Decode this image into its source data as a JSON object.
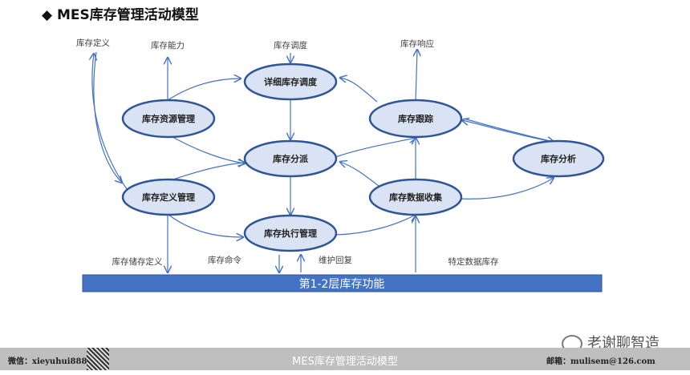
{
  "title": "◆ MES库存管理活动模型",
  "nodes": {
    "detail_schedule": "详细库存调度",
    "resource_mgmt": "库存资源管理",
    "tracking": "库存跟踪",
    "dispatch": "库存分派",
    "analysis": "库存分析",
    "definition_mgmt": "库存定义管理",
    "data_collection": "库存数据收集",
    "execution_mgmt": "库存执行管理"
  },
  "labels": {
    "definition": "库存定义",
    "capability": "库存能力",
    "schedule": "库存调度",
    "response": "库存响应",
    "storage_definition": "库存储存定义",
    "command": "库存命令",
    "maintenance_reply": "维护回复",
    "specific_data": "特定数据库存"
  },
  "bar": "第1-2层库存功能",
  "footer": {
    "wechat": "微信：xieyuhui888",
    "center": "MES库存管理活动模型",
    "email": "邮箱：mulisem@126.com",
    "brand": "老谢聊智造"
  },
  "colors": {
    "node_fill": "#dae3f3",
    "node_stroke": "#2f5597",
    "arrow": "#4472c4",
    "bar": "#4472c4",
    "footer": "#bfbfbf"
  }
}
